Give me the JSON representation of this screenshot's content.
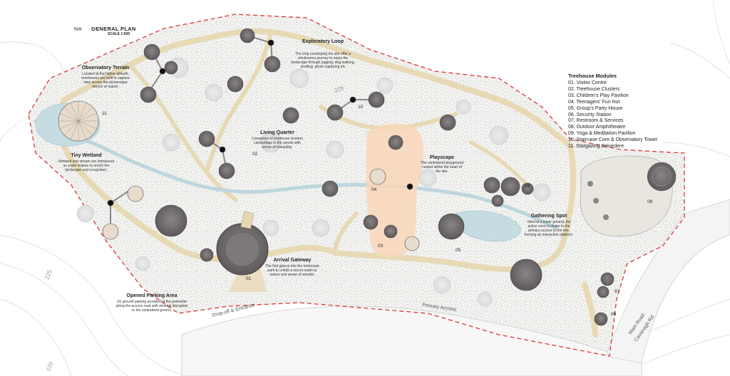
{
  "header": {
    "title": "GENERAL PLAN",
    "scale": "SCALE 1:500"
  },
  "legend": {
    "title": "Treehouse Modules",
    "items": [
      "01. Visitor Centre",
      "02. Treehouse Clusters",
      "03. Children's Play Pavilion",
      "04. Teenagers' Fun Hut",
      "05. Group's Party House",
      "06. Security Station",
      "07. Restroom & Services",
      "08. Outdoor Amphitheatre",
      "09. Yoga & Meditation Pavilion",
      "10. Staircase Core & Observatory Tower",
      "11. Stargazing Belvedere"
    ]
  },
  "zones": [
    {
      "title": "Observatory Terrain",
      "lines": [
        "Located at the higher altitude,",
        "treehouses are built to capture",
        "view across the picturesque",
        "stretch of nature."
      ]
    },
    {
      "title": "Exploratory Loop",
      "lines": [
        "The loop enveloping the site offer a",
        "wholesome journey to enjoy the",
        "landscape through jogging, dog-walking,",
        "strolling, photo-capturing etc"
      ]
    },
    {
      "title": "Living Quarter",
      "lines": [
        "Comprises of treehouse clusters",
        "camouflage in the woods with",
        "sense of tranquility."
      ]
    },
    {
      "title": "Tiny Wetland",
      "lines": [
        "Wetland and stream are introduced",
        "as water feature to enrich the",
        "landscape and ecosystem."
      ]
    },
    {
      "title": "Playscape",
      "lines": [
        "The centralized playground",
        "nested within the heart of",
        "the site."
      ]
    },
    {
      "title": "Gathering Spot",
      "lines": [
        "Sited at a lower ground, the",
        "active zone is closer to the",
        "primary access to the site,",
        "forming an interactive platform."
      ]
    },
    {
      "title": "Arrival Gateway",
      "lines": [
        "The first glance into the treehouse",
        "park to unfold a secret realm to",
        "nature and sense of wonder."
      ]
    },
    {
      "title": "Opened Parking Area",
      "lines": [
        "On ground parking provided at the perimeter",
        "along the access road with minimal disruption",
        "to the centralized greens."
      ]
    }
  ],
  "markers": [
    "01",
    "02",
    "03",
    "04",
    "05",
    "06",
    "07",
    "08",
    "09",
    "10",
    "11"
  ],
  "roads": {
    "dropoff": "Drop-off & Entrance",
    "primary": "Primary Access",
    "main_road_1": "Main Road",
    "main_road_2": "Cavanagh Rd."
  },
  "contours": [
    "225",
    "220",
    "229"
  ],
  "north": "N",
  "colors": {
    "boundary": "#d9383a",
    "path": "#e6d7b0",
    "water": "#b9d7e0",
    "playscape": "#f6d2b2",
    "treehouse": "#6f6a6b",
    "road": "#f2f2f2"
  }
}
